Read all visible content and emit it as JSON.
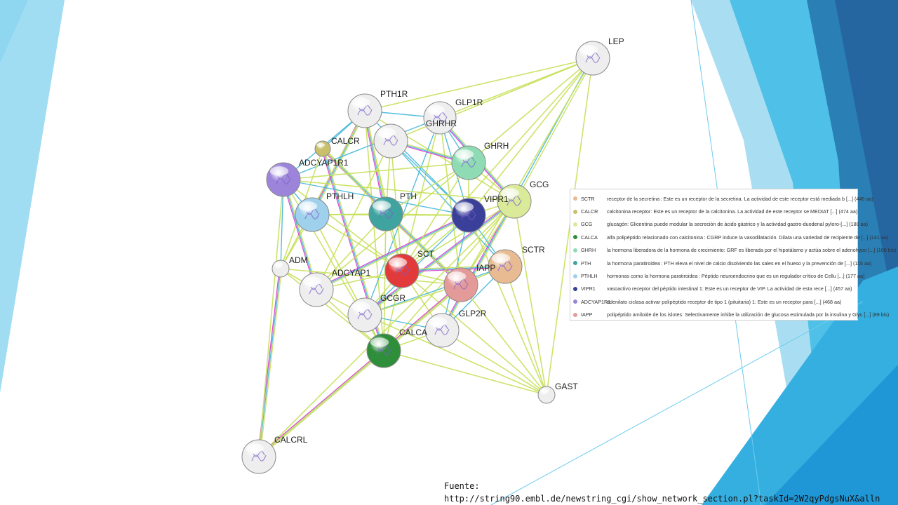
{
  "network": {
    "nodes": [
      {
        "id": "LEP",
        "color": "#eeeeee"
      },
      {
        "id": "PTH1R",
        "color": "#eeeeee"
      },
      {
        "id": "GLP1R",
        "color": "#eeeeee"
      },
      {
        "id": "GHRHR",
        "color": "#eeeeee"
      },
      {
        "id": "CALCR",
        "color": "#c8c06a"
      },
      {
        "id": "GHRH",
        "color": "#8fdcb4"
      },
      {
        "id": "ADCYAP1R1",
        "color": "#9b84d9"
      },
      {
        "id": "GCG",
        "color": "#d9ea98"
      },
      {
        "id": "PTHLH",
        "color": "#9fd0ec"
      },
      {
        "id": "PTH",
        "color": "#3fa3a0"
      },
      {
        "id": "VIPR1",
        "color": "#3a3f9a"
      },
      {
        "id": "SCT",
        "color": "#e23a3a"
      },
      {
        "id": "SCTR",
        "color": "#e8bb92"
      },
      {
        "id": "ADM",
        "color": "#eeeeee"
      },
      {
        "id": "IAPP",
        "color": "#e59a9a"
      },
      {
        "id": "ADCYAP1",
        "color": "#eeeeee"
      },
      {
        "id": "GCGR",
        "color": "#eeeeee"
      },
      {
        "id": "GLP2R",
        "color": "#eeeeee"
      },
      {
        "id": "CALCA",
        "color": "#2e8e3a"
      },
      {
        "id": "GAST",
        "color": "#eeeeee"
      },
      {
        "id": "CALCRL",
        "color": "#eeeeee"
      }
    ],
    "edge_colors": {
      "textmining": "#c6e05a",
      "database": "#43b6d9",
      "experimental": "#d83bd0",
      "coexpression": "#333333"
    }
  },
  "legend": [
    {
      "gene": "SCTR",
      "color": "#e8bb92",
      "description": "receptor de la secretina : Este es un receptor de la secretina. La actividad de este receptor está mediada b [...] (440 aa)"
    },
    {
      "gene": "CALCR",
      "color": "#c8c06a",
      "description": "calcitonina receptor: Este es un receptor de la calcitonina. La actividad de este receptor se MEDIAT [...] (474 aa)"
    },
    {
      "gene": "GCG",
      "color": "#d9ea98",
      "description": "glucagón: Glicentina puede modular la secreción de ácido gástrico y la actividad gastro-duodenal pyloro-[...] (180 aa)"
    },
    {
      "gene": "CALCA",
      "color": "#2e8e3a",
      "description": "alfa polipéptido relacionado con calcitonina : CGRP induce la vasodilatación. Dilata una variedad de recipiente de [...] (141 aa)"
    },
    {
      "gene": "GHRH",
      "color": "#8fdcb4",
      "description": "la hormona liberadora de la hormona de crecimiento: GRF es liberada por el hipotálamo y actúa sobre el adenohypo [...] (108 bis)"
    },
    {
      "gene": "PTH",
      "color": "#3fa3a0",
      "description": "la hormona paratiroidea : PTH eleva el nivel de calcio disolviendo las sales en el hueso y la prevención de [...] (115 aa)"
    },
    {
      "gene": "PTHLH",
      "color": "#9fd0ec",
      "description": "hormonas como la hormona paratiroidea : Péptido neuroendocrino que es un regulador crítico de Cellu [...] (177 aa)"
    },
    {
      "gene": "VIPR1",
      "color": "#3a3f9a",
      "description": "vasoactivo receptor del péptido intestinal 1: Este es un receptor de VIP. La actividad de esta rece [...] (457 aa)"
    },
    {
      "gene": "ADCYAP1R1",
      "color": "#9b84d9",
      "description": "adenilato ciclasa activar polipéptido receptor de tipo 1 (pituitaria) 1: Este es un receptor para [...] (468 aa)"
    },
    {
      "gene": "IAPP",
      "color": "#e59a9a",
      "description": "polipéptido amiloide de los islotes: Selectivamente inhibe la utilización de glucosa estimulada por la insulina y Glyc [...] (89 bis)"
    }
  ],
  "source": {
    "label": "Fuente:",
    "url": "http://string90.embl.de/newstring_cgi/show_network_section.pl?taskId=2W2qyPdgsNuX&alln"
  }
}
